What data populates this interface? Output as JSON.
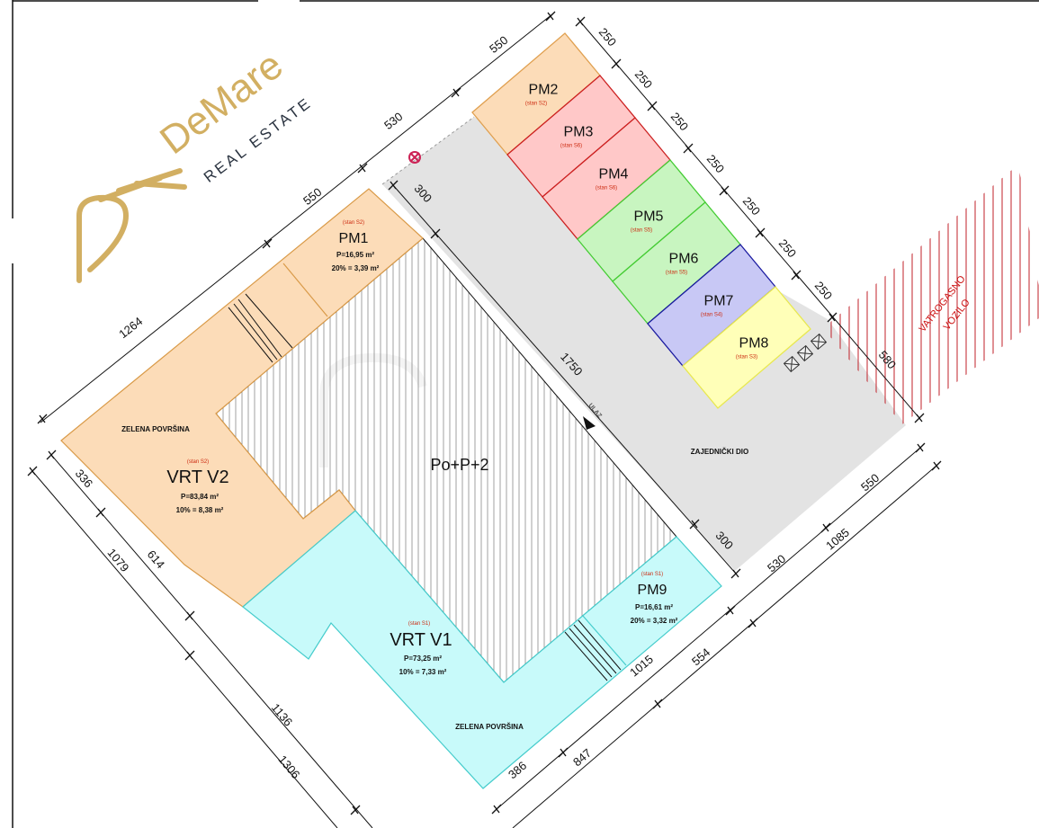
{
  "branding": {
    "logo_name": "DeMare",
    "logo_sub": "REAL ESTATE",
    "gold": "#d2af62"
  },
  "building": {
    "label": "Po+P+2"
  },
  "common_area": {
    "label": "ZAJEDNIČKI DIO",
    "entrance": "ULAZ"
  },
  "fire_access": {
    "line1": "VATROGASNO",
    "line2": "VOZILO",
    "color": "#cc1111"
  },
  "parking": [
    {
      "label": "PM2",
      "owner": "(stan S2)",
      "fill": "#fcdcb8",
      "stroke": "#e0a050"
    },
    {
      "label": "PM3",
      "owner": "(stan S6)",
      "fill": "#ffc8c8",
      "stroke": "#cc2020"
    },
    {
      "label": "PM4",
      "owner": "(stan S6)",
      "fill": "#ffc8c8",
      "stroke": "#cc2020"
    },
    {
      "label": "PM5",
      "owner": "(stan S5)",
      "fill": "#c8f5c0",
      "stroke": "#44cc33"
    },
    {
      "label": "PM6",
      "owner": "(stan S5)",
      "fill": "#c8f5c0",
      "stroke": "#44cc33"
    },
    {
      "label": "PM7",
      "owner": "(stan S4)",
      "fill": "#c8c8f5",
      "stroke": "#1a1aa0"
    },
    {
      "label": "PM8",
      "owner": "(stan S3)",
      "fill": "#ffffb8",
      "stroke": "#e8e850"
    }
  ],
  "pm1": {
    "owner": "(stan S2)",
    "label": "PM1",
    "area": "P=16,95 m²",
    "share": "20% = 3,39 m²"
  },
  "pm9": {
    "owner": "(stan S1)",
    "label": "PM9",
    "area": "P=16,61 m²",
    "share": "20% = 3,32 m²"
  },
  "vrt_v2": {
    "owner": "(stan S2)",
    "label": "VRT V2",
    "area": "P=83,84 m²",
    "share": "10% = 8,38 m²",
    "zone": "ZELENA POVRŠINA"
  },
  "vrt_v1": {
    "owner": "(stan S1)",
    "label": "VRT V1",
    "area": "P=73,25 m²",
    "share": "10% = 7,33 m²",
    "zone": "ZELENA POVRŠINA"
  },
  "dims": {
    "top": [
      "1264",
      "550",
      "530",
      "550"
    ],
    "parking_side": [
      "250",
      "250",
      "250",
      "250",
      "250",
      "250",
      "250",
      "580"
    ],
    "inner": [
      "300",
      "1750",
      "300"
    ],
    "bottom_a": [
      "386",
      "1015",
      "530",
      "550"
    ],
    "bottom_b": [
      "847",
      "554",
      "1085"
    ],
    "left_inner": [
      "336",
      "614",
      "1136"
    ],
    "left_outer": [
      "1079",
      "1306"
    ]
  }
}
